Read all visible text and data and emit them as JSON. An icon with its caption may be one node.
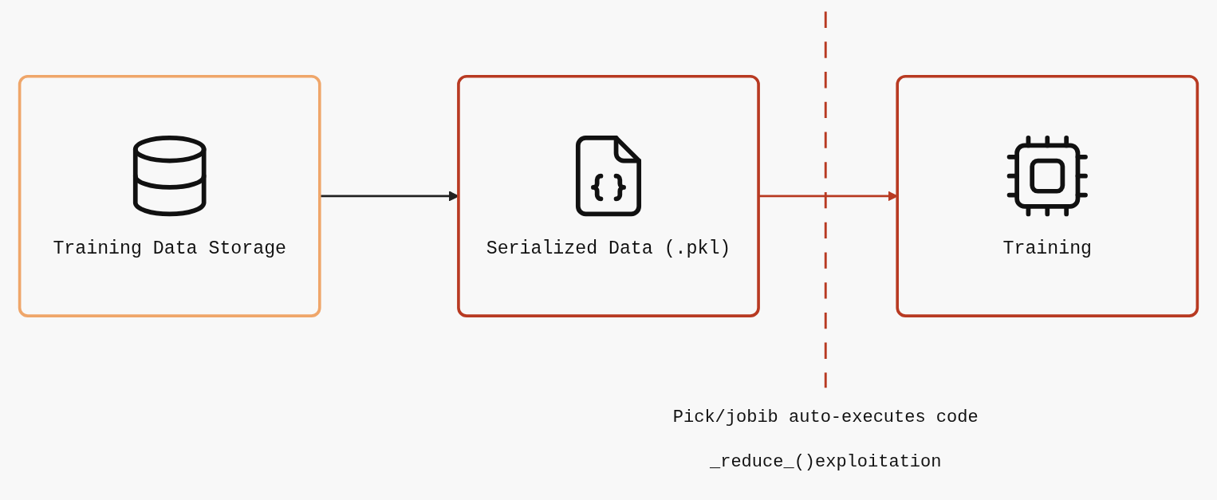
{
  "diagram": {
    "nodes": [
      {
        "text": [
          "Training Data Storage"
        ]
      },
      {
        "text": [
          "Serialized Data (.pkl)"
        ]
      },
      {
        "text": [
          "Training"
        ]
      }
    ],
    "edges": [
      {
        "from": 0,
        "to": 1,
        "arrow": "to"
      },
      {
        "from": 1,
        "to": 2,
        "arrow": "to",
        "color": "#b83a22"
      }
    ],
    "labels": [
      "Pick/jobib auto-executes code",
      "_reduce_()exploitation"
    ]
  }
}
